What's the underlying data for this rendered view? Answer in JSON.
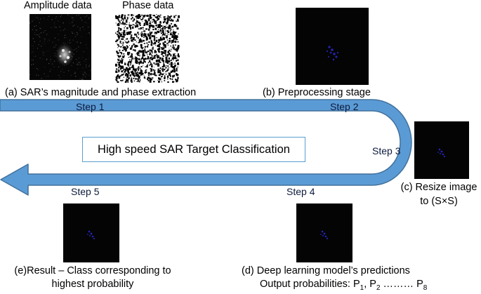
{
  "images": {
    "amplitude_label": "Amplitude data",
    "phase_label": "Phase data"
  },
  "captions": {
    "a": "(a) SAR’s magnitude and phase extraction",
    "b": "(b) Preprocessing stage",
    "c_line1": "(c) Resize image",
    "c_line2": "to (S×S)",
    "d_line1": "(d) Deep learning model’s predictions",
    "d_line2_prefix": "Output probabilities: P",
    "d_sub1": "1",
    "d_sep": ", P",
    "d_sub2": "2",
    "d_dots": " ……… P",
    "d_sub8": "8",
    "e_line1": "(e)Result – Class corresponding to",
    "e_line2": "highest probability"
  },
  "steps": {
    "step1": "Step 1",
    "step2": "Step 2",
    "step3": "Step 3",
    "step4": "Step 4",
    "step5": "Step 5"
  },
  "center_title": "High speed SAR Target Classification",
  "colors": {
    "arrow_fill": "#5b9bd5",
    "arrow_stroke": "#41719c",
    "sar_target": "#2a2ad8",
    "image_bg": "#040404"
  }
}
